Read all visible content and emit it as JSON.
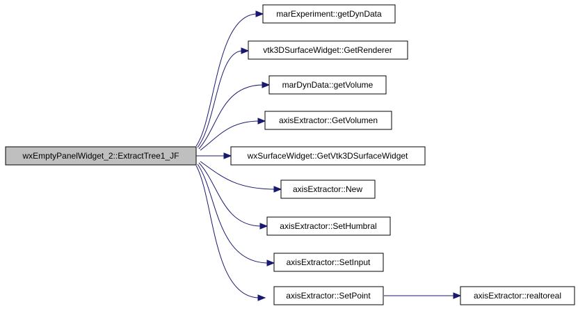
{
  "graph": {
    "edge_color": "#191970",
    "root_fill": "#bfbfbf",
    "nodes": [
      {
        "id": "root",
        "label": "wxEmptyPanelWidget_2::ExtractTree1_JF"
      },
      {
        "id": "n1",
        "label": "marExperiment::getDynData"
      },
      {
        "id": "n2",
        "label": "vtk3DSurfaceWidget::GetRenderer"
      },
      {
        "id": "n3",
        "label": "marDynData::getVolume"
      },
      {
        "id": "n4",
        "label": "axisExtractor::GetVolumen"
      },
      {
        "id": "n5",
        "label": "wxSurfaceWidget::GetVtk3DSurfaceWidget"
      },
      {
        "id": "n6",
        "label": "axisExtractor::New"
      },
      {
        "id": "n7",
        "label": "axisExtractor::SetHumbral"
      },
      {
        "id": "n8",
        "label": "axisExtractor::SetInput"
      },
      {
        "id": "n9",
        "label": "axisExtractor::SetPoint"
      },
      {
        "id": "n10",
        "label": "axisExtractor::realtoreal"
      }
    ],
    "edges": [
      {
        "from": "root",
        "to": "n1"
      },
      {
        "from": "root",
        "to": "n2"
      },
      {
        "from": "root",
        "to": "n3"
      },
      {
        "from": "root",
        "to": "n4"
      },
      {
        "from": "root",
        "to": "n5"
      },
      {
        "from": "root",
        "to": "n6"
      },
      {
        "from": "root",
        "to": "n7"
      },
      {
        "from": "root",
        "to": "n8"
      },
      {
        "from": "root",
        "to": "n9"
      },
      {
        "from": "n9",
        "to": "n10"
      }
    ]
  }
}
